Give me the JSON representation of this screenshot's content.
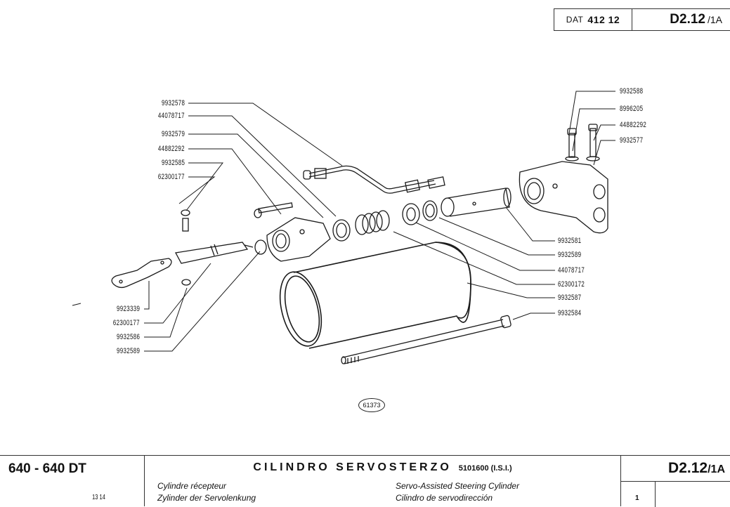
{
  "header": {
    "dat_label": "DAT",
    "dat_number": "412 12",
    "ref_main": "D2.12",
    "ref_suffix": "/1A"
  },
  "callouts_left": [
    "9932578",
    "44078717",
    "9932579",
    "44882292",
    "9932585",
    "62300177"
  ],
  "callouts_bottom_left": [
    "9923339",
    "62300177",
    "9932586",
    "9932589"
  ],
  "callouts_top_right": [
    "9932588",
    "8996205",
    "44882292",
    "9932577"
  ],
  "callouts_right": [
    "9932581",
    "9932589",
    "44078717",
    "62300172",
    "9932587",
    "9932584"
  ],
  "figure_number": "61373",
  "footer": {
    "model": "640 - 640 DT",
    "pages": "13   14",
    "title": "CILINDRO SERVOSTERZO",
    "code": "5101600 (I.S.I.)",
    "translations": {
      "fr": "Cylindre récepteur",
      "de": "Zylinder der Servolenkung",
      "en": "Servo-Assisted Steering Cylinder",
      "es": "Cilindro de servodirección"
    },
    "ref_main": "D2.12",
    "ref_suffix": "/1A",
    "sheet": "1"
  }
}
